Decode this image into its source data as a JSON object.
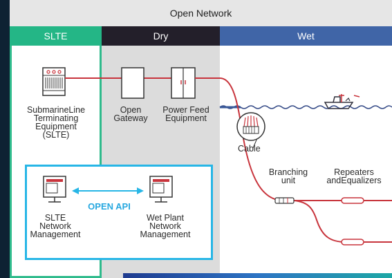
{
  "header": {
    "title": "Open Network",
    "columns": [
      "SLTE",
      "Dry",
      "Wet"
    ]
  },
  "equipment": {
    "slte_label": [
      "SubmarineLine",
      "Terminating",
      "Equipment",
      "(SLTE)"
    ],
    "gateway_label": [
      "Open",
      "Gateway"
    ],
    "power_feed_label": [
      "Power Feed",
      "Equipment"
    ],
    "cable_label": "Cable",
    "branching_label": [
      "Branching",
      "unit"
    ],
    "repeaters_label": [
      "Repeaters",
      "andEqualizers"
    ]
  },
  "management": {
    "slte_nm_label": [
      "SLTE",
      "Network",
      "Management"
    ],
    "wet_nm_label": [
      "Wet Plant",
      "Network",
      "Management"
    ],
    "api_label": "OPEN API"
  },
  "colors": {
    "slte_green": "#24b686",
    "dry_dark": "#231f2a",
    "wet_blue": "#4065a7",
    "cable_red": "#c8343c",
    "api_blue": "#27b6e6"
  }
}
